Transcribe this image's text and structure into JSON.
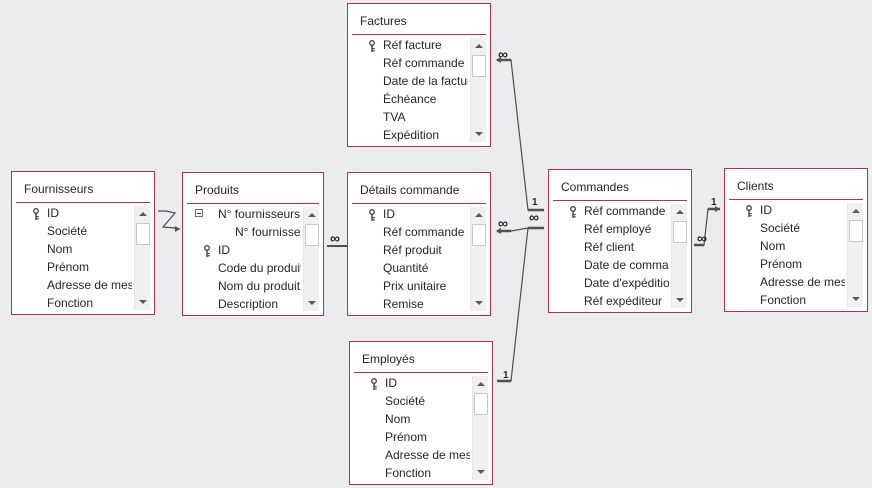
{
  "colors": {
    "canvas": "#ebecee",
    "table_border": "#b4324a",
    "relationship_line": "#505050"
  },
  "tables": {
    "factures": {
      "title": "Factures",
      "fields": [
        {
          "name": "Réf facture",
          "key": true
        },
        {
          "name": "Réf commande"
        },
        {
          "name": "Date de la facture"
        },
        {
          "name": "Échéance"
        },
        {
          "name": "TVA"
        },
        {
          "name": "Expédition"
        }
      ]
    },
    "fournisseurs": {
      "title": "Fournisseurs",
      "fields": [
        {
          "name": "ID",
          "key": true
        },
        {
          "name": "Société"
        },
        {
          "name": "Nom"
        },
        {
          "name": "Prénom"
        },
        {
          "name": "Adresse de messagerie"
        },
        {
          "name": "Fonction"
        }
      ]
    },
    "produits": {
      "title": "Produits",
      "fields": [
        {
          "name": "N° fournisseurs",
          "expander": true
        },
        {
          "name": "N° fournisseurs.Value",
          "indent": true
        },
        {
          "name": "ID",
          "key": true
        },
        {
          "name": "Code du produit"
        },
        {
          "name": "Nom du produit"
        },
        {
          "name": "Description"
        }
      ]
    },
    "details": {
      "title": "Détails commande",
      "fields": [
        {
          "name": "ID",
          "key": true
        },
        {
          "name": "Réf commande"
        },
        {
          "name": "Réf produit"
        },
        {
          "name": "Quantité"
        },
        {
          "name": "Prix unitaire"
        },
        {
          "name": "Remise"
        }
      ]
    },
    "commandes": {
      "title": "Commandes",
      "fields": [
        {
          "name": "Réf commande",
          "key": true
        },
        {
          "name": "Réf employé"
        },
        {
          "name": "Réf client"
        },
        {
          "name": "Date de commande"
        },
        {
          "name": "Date d'expédition"
        },
        {
          "name": "Réf expéditeur"
        }
      ]
    },
    "clients": {
      "title": "Clients",
      "fields": [
        {
          "name": "ID",
          "key": true
        },
        {
          "name": "Société"
        },
        {
          "name": "Nom"
        },
        {
          "name": "Prénom"
        },
        {
          "name": "Adresse de messagerie"
        },
        {
          "name": "Fonction"
        }
      ]
    },
    "employes": {
      "title": "Employés",
      "fields": [
        {
          "name": "ID",
          "key": true
        },
        {
          "name": "Société"
        },
        {
          "name": "Nom"
        },
        {
          "name": "Prénom"
        },
        {
          "name": "Adresse de messagerie"
        },
        {
          "name": "Fonction"
        }
      ]
    }
  },
  "relationships": {
    "one": "1",
    "many": "∞"
  }
}
